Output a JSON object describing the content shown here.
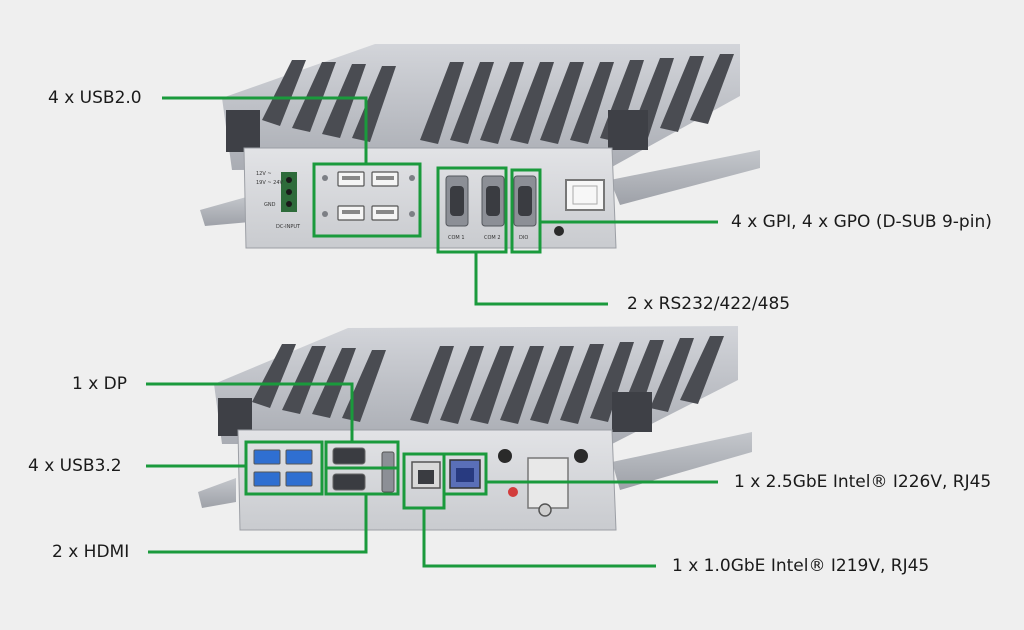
{
  "colors": {
    "background": "#efefef",
    "callout_line": "#1a9a3c",
    "chassis": "#b9bcc2",
    "fin_shadow": "#4a4c52",
    "panel": "#d4d6d9"
  },
  "devices": [
    {
      "name": "top-unit-dsub-panel",
      "panel_texts": {
        "dc_input": "DC-INPUT",
        "voltage_1": "12V ~",
        "voltage_2": "19V ~ 24V",
        "gnd": "GND",
        "com1": "COM 1",
        "com2": "COM 2",
        "dio": "DIO"
      }
    },
    {
      "name": "bottom-unit-network-panel"
    }
  ],
  "callouts": [
    {
      "id": "usb20",
      "text": "4 x USB2.0"
    },
    {
      "id": "gpio",
      "text": "4 x GPI, 4 x GPO (D-SUB 9-pin)"
    },
    {
      "id": "rs232",
      "text": "2 x RS232/422/485"
    },
    {
      "id": "dp",
      "text": "1 x DP"
    },
    {
      "id": "usb32",
      "text": "4 x USB3.2"
    },
    {
      "id": "hdmi",
      "text": "2 x HDMI"
    },
    {
      "id": "lan25",
      "text": "1 x 2.5GbE Intel® I226V, RJ45"
    },
    {
      "id": "lan10",
      "text": "1 x 1.0GbE Intel® I219V, RJ45"
    }
  ]
}
